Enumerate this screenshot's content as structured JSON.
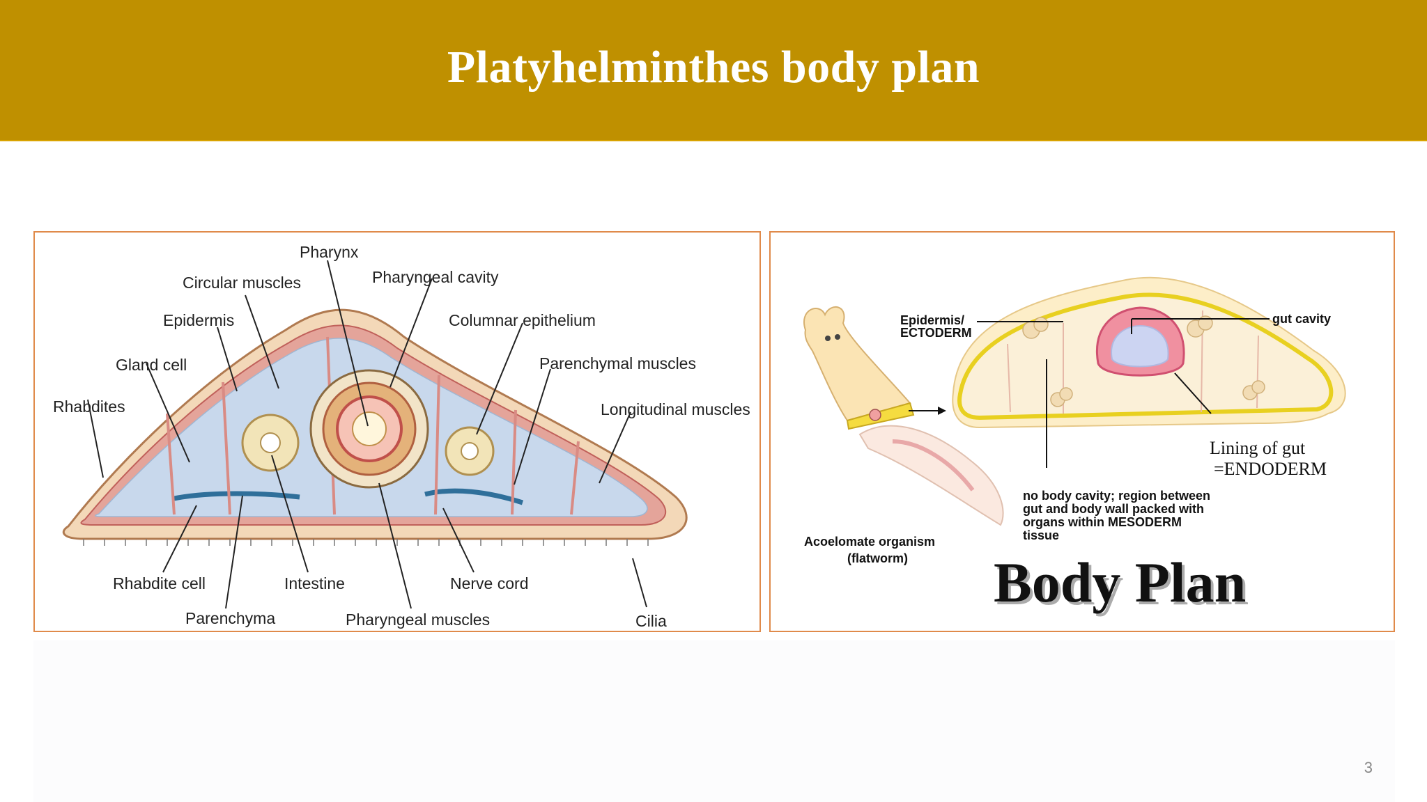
{
  "slide": {
    "title": "Platyhelminthes body plan",
    "page_number": "3"
  },
  "left_diagram": {
    "labels": {
      "pharynx": "Pharynx",
      "pharyngeal_cavity": "Pharyngeal cavity",
      "circular_muscles": "Circular muscles",
      "epidermis": "Epidermis",
      "columnar_epithelium": "Columnar epithelium",
      "gland_cell": "Gland cell",
      "parenchymal_muscles": "Parenchymal muscles",
      "rhabdites": "Rhabdites",
      "longitudinal_muscles": "Longitudinal muscles",
      "rhabdite_cell": "Rhabdite cell",
      "intestine": "Intestine",
      "nerve_cord": "Nerve cord",
      "parenchyma": "Parenchyma",
      "pharyngeal_muscles": "Pharyngeal muscles",
      "cilia": "Cilia"
    }
  },
  "right_diagram": {
    "labels": {
      "epidermis_line1": "Epidermis/",
      "epidermis_line2": "ECTODERM",
      "gut_cavity": "gut cavity",
      "lining_line1": "Lining of gut",
      "lining_line2": "=ENDODERM",
      "mesoderm_line1": "no body cavity; region between",
      "mesoderm_line2": "gut and body wall packed with",
      "mesoderm_line3": "organs  within  MESODERM",
      "mesoderm_line4": "tissue",
      "organism_line1": "Acoelomate organism",
      "organism_line2": "(flatworm)",
      "body_plan": "Body Plan"
    }
  }
}
